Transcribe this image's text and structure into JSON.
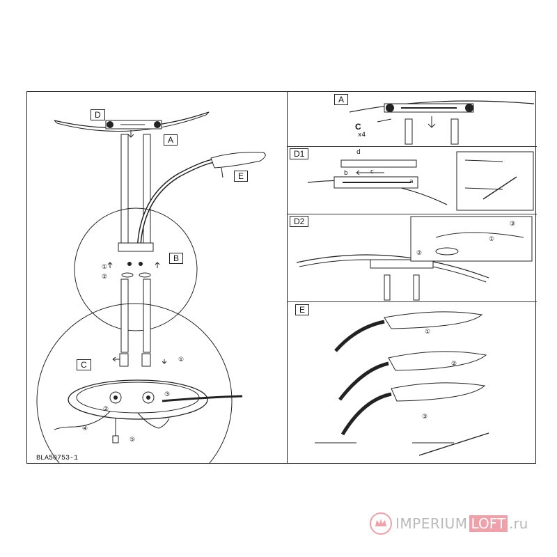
{
  "labels": {
    "main_D": "D",
    "main_A": "A",
    "main_E": "E",
    "main_B": "B",
    "main_C": "C",
    "panel_A": "A",
    "panel_D1": "D1",
    "panel_D2": "D2",
    "panel_E": "E"
  },
  "annotations": {
    "step1": "①",
    "step2": "②",
    "step3": "③",
    "step4": "④",
    "step5": "⑤",
    "screw_count": "x4",
    "screw_letter": "C",
    "d1_a": "a",
    "d1_b": "b",
    "d1_c": "c",
    "d1_d": "d"
  },
  "document_code": "BLA50753-1",
  "watermark": {
    "brand_left": "IMPERIUM",
    "brand_box": "LOFT",
    "brand_tld": ".ru"
  },
  "colors": {
    "line": "#222222",
    "watermark_gray": "#b9b9b9",
    "watermark_pink": "#f0a0a8"
  }
}
